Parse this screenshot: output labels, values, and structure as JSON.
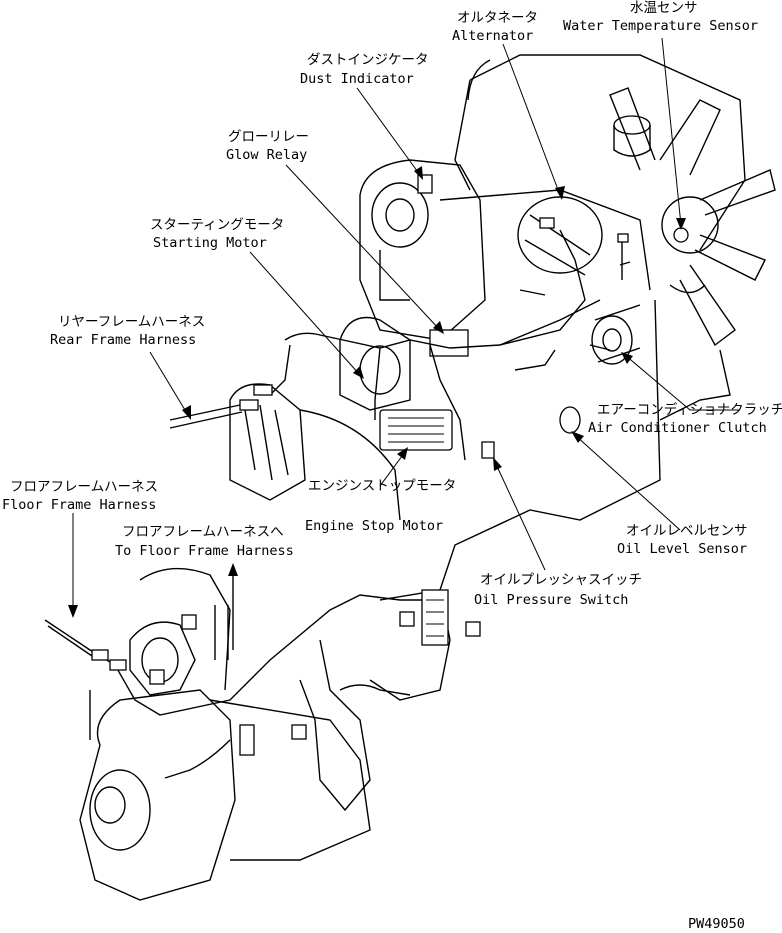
{
  "labels": {
    "water_temp_jp": "水温センサ",
    "water_temp_en": "Water Temperature Sensor",
    "alternator_jp": "オルタネータ",
    "alternator_en": "Alternator",
    "dust_jp": "ダストインジケータ",
    "dust_en": "Dust Indicator",
    "glow_jp": "グローリレー",
    "glow_en": "Glow Relay",
    "starting_jp": "スターティングモータ",
    "starting_en": "Starting Motor",
    "rear_frame_jp": "リヤーフレームハーネス",
    "rear_frame_en": "Rear Frame Harness",
    "aircon_jp": "エアーコンディショナクラッチ",
    "aircon_en": "Air Conditioner Clutch",
    "floor_frame_jp": "フロアフレームハーネス",
    "floor_frame_en": "Floor Frame Harness",
    "to_floor_jp": "フロアフレームハーネスへ",
    "to_floor_en": "To Floor Frame Harness",
    "engine_stop_jp": "エンジンストップモータ",
    "engine_stop_en": "Engine Stop Motor",
    "oil_level_jp": "オイルレベルセンサ",
    "oil_level_en": "Oil Level Sensor",
    "oil_pressure_jp": "オイルプレッシャスイッチ",
    "oil_pressure_en": "Oil Pressure Switch"
  },
  "drawing_number": "PW49050"
}
